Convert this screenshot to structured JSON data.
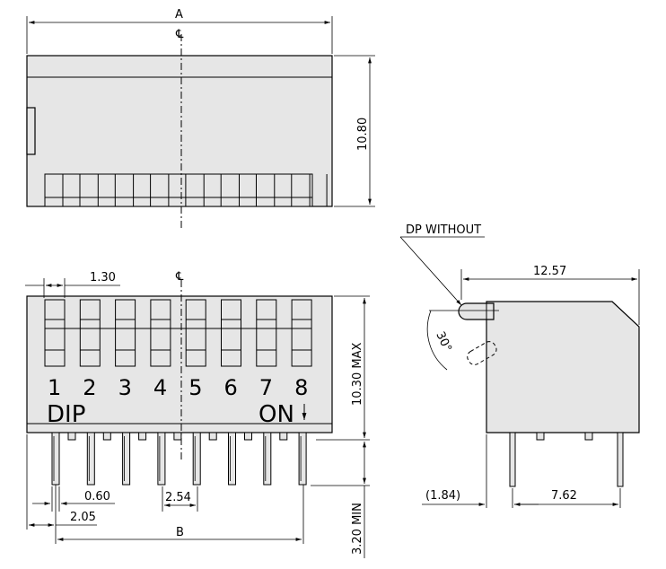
{
  "dimensions": {
    "a": "A",
    "cl_top": "℄",
    "cl_front": "℄",
    "height_top": "10.80",
    "pitch_label": "1.30",
    "height_max": "10.30 MAX",
    "pin_width": "0.60",
    "pin_pitch": "2.54",
    "first_pin": "2.05",
    "b": "B",
    "pin_min": "3.20 MIN",
    "side_width": "12.57",
    "side_offset": "(1.84)",
    "row_spacing": "7.62",
    "angle": "30°",
    "note": "DP WITHOUT"
  },
  "switch_numbers": [
    "1",
    "2",
    "3",
    "4",
    "5",
    "6",
    "7",
    "8"
  ],
  "labels": {
    "dip": "DIP",
    "on": "ON"
  }
}
